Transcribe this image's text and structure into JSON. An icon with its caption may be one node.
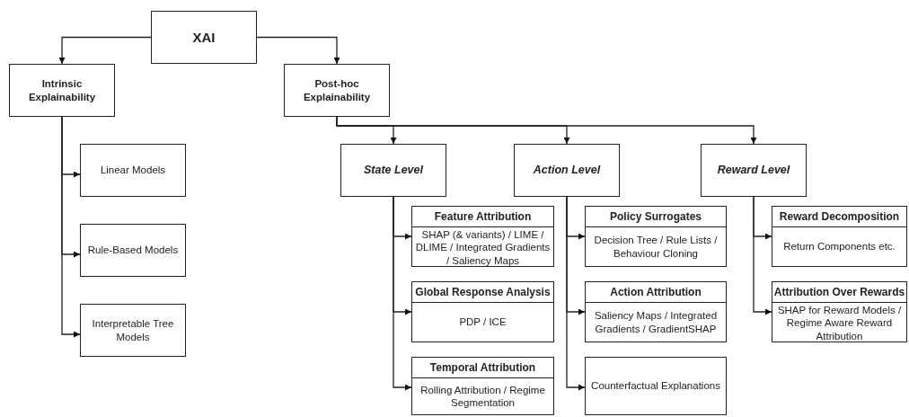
{
  "diagram": {
    "nodes": [
      {
        "text": [
          "XAI"
        ]
      },
      {
        "text": [
          "Intrinsic Explainability"
        ]
      },
      {
        "text": [
          "Post-hoc Explainability"
        ]
      },
      {
        "text": [
          "Linear Models"
        ]
      },
      {
        "text": [
          "Rule-Based Models"
        ]
      },
      {
        "text": [
          "Interpretable Tree Models"
        ]
      },
      {
        "text": [
          "State Level"
        ]
      },
      {
        "text": [
          "Action Level"
        ]
      },
      {
        "text": [
          "Reward Level"
        ]
      },
      {
        "text": [
          "Feature Attribution",
          "SHAP (& variants) / LIME / DLIME / Integrated Gradients / Saliency Maps"
        ]
      },
      {
        "text": [
          "Global Response Analysis",
          "PDP / ICE"
        ]
      },
      {
        "text": [
          "Temporal Attribution",
          "Rolling Attribution / Regime Segmentation"
        ]
      },
      {
        "text": [
          "Policy Surrogates",
          "Decision Tree / Rule Lists / Behaviour Cloning"
        ]
      },
      {
        "text": [
          "Action Attribution",
          "Saliency Maps / Integrated Gradients / GradientSHAP"
        ]
      },
      {
        "text": [
          "Counterfactual Explanations"
        ]
      },
      {
        "text": [
          "Reward Decomposition",
          "Return Components etc."
        ]
      },
      {
        "text": [
          "Attribution Over Rewards",
          "SHAP for Reward Models / Regime Aware Reward Attribution"
        ]
      }
    ],
    "edges": [
      {
        "from": 0,
        "to": 1,
        "arrow": "to"
      },
      {
        "from": 0,
        "to": 2,
        "arrow": "to"
      },
      {
        "from": 1,
        "to": 3,
        "arrow": "to"
      },
      {
        "from": 1,
        "to": 4,
        "arrow": "to"
      },
      {
        "from": 1,
        "to": 5,
        "arrow": "to"
      },
      {
        "from": 2,
        "to": 6,
        "arrow": "to"
      },
      {
        "from": 2,
        "to": 7,
        "arrow": "to"
      },
      {
        "from": 2,
        "to": 8,
        "arrow": "to"
      },
      {
        "from": 6,
        "to": 9,
        "arrow": "to"
      },
      {
        "from": 6,
        "to": 10,
        "arrow": "to"
      },
      {
        "from": 6,
        "to": 11,
        "arrow": "to"
      },
      {
        "from": 7,
        "to": 12,
        "arrow": "to"
      },
      {
        "from": 7,
        "to": 13,
        "arrow": "to"
      },
      {
        "from": 7,
        "to": 14,
        "arrow": "to"
      },
      {
        "from": 8,
        "to": 15,
        "arrow": "to"
      },
      {
        "from": 8,
        "to": 16,
        "arrow": "to"
      }
    ]
  }
}
